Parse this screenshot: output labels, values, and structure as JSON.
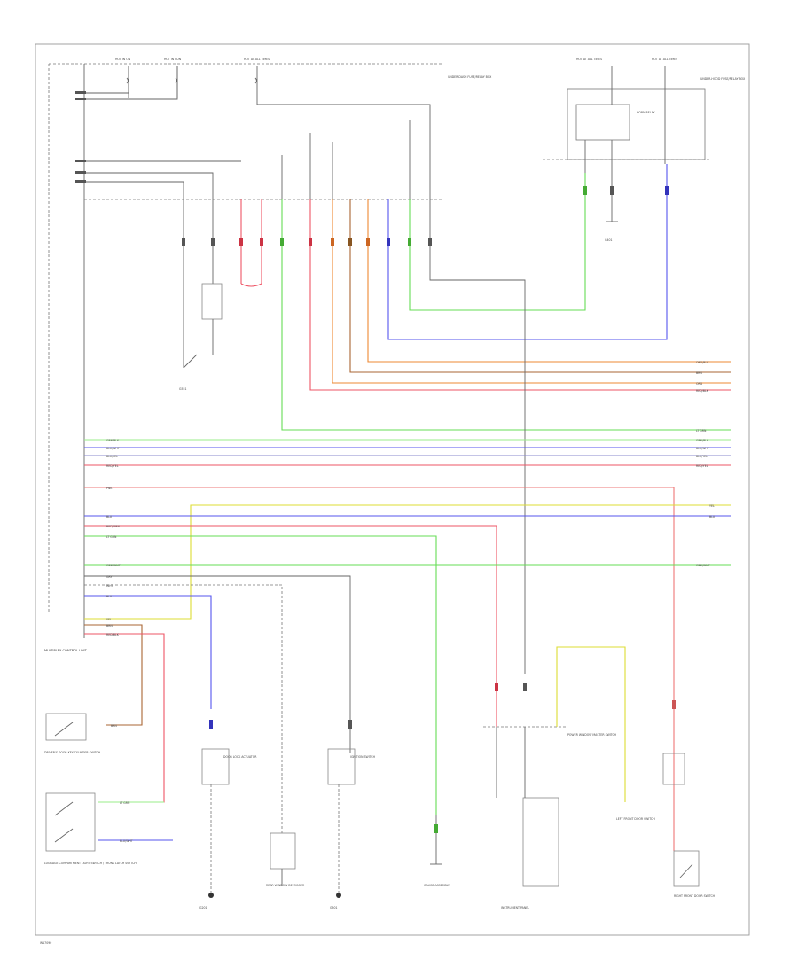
{
  "footer_code": "W17090",
  "colors": {
    "frame": "#555555",
    "wire_gray": "#888888",
    "wire_green": "#66dd55",
    "wire_blue": "#5555ee",
    "wire_red": "#ee5566",
    "wire_orange": "#ee8833",
    "wire_brown": "#aa6633",
    "wire_yellow": "#dddd33",
    "wire_pink": "#ee7777",
    "wire_light_green": "#99ee88",
    "wire_purple": "#8888cc"
  },
  "labels": {
    "module_header_1": "HOT IN ON",
    "module_header_2": "HOT IN RUN",
    "module_header_3": "HOT AT ALL TIMES",
    "top_right_1": "HOT AT ALL TIMES",
    "top_right_2": "HOT AT ALL TIMES",
    "main_module": "UNDER-DASH FUSE/RELAY BOX",
    "underhood_box": "UNDER-HOOD FUSE/RELAY BOX",
    "horn_relay": "HORN RELAY",
    "ground_g401": "G401",
    "left_box_title": "MULTIPLEX CONTROL UNIT",
    "driver_door": "DRIVER'S DOOR KEY CYLINDER SWITCH",
    "luggage_lamp": "LUGGAGE COMPARTMENT LIGHT SWITCH / TRUNK LATCH SWITCH",
    "door_lock": "DOOR LOCK ACTUATOR",
    "rear_window": "REAR WINDOW DEFOGGER",
    "ignition": "IGNITION SWITCH",
    "gauge": "GAUGE ASSEMBLY",
    "power_window": "POWER WINDOW MASTER SWITCH",
    "left_door": "LEFT FRONT DOOR SWITCH",
    "ground_g551": "G551",
    "ground_g501": "G501",
    "ground_g201": "G201",
    "bottom_module": "INSTRUMENT PANEL",
    "right_door_switch": "RIGHT FRONT DOOR SWITCH"
  },
  "wire_codes": {
    "grn_blk": "GRN/BLK",
    "blu_wht": "BLU/WHT",
    "blu": "BLU",
    "red_blk": "RED/BLK",
    "org_blk": "ORG/BLK",
    "brn": "BRN",
    "yel": "YEL",
    "lt_grn": "LT GRN",
    "grn_wht": "GRN/WHT",
    "gry": "GRY",
    "wht_red": "WHT/RED",
    "red_yel": "RED/YEL",
    "pnk": "PNK",
    "blk": "BLK",
    "org": "ORG",
    "red_grn": "RED/GRN",
    "blu_yel": "BLU/YEL",
    "wht": "WHT"
  }
}
